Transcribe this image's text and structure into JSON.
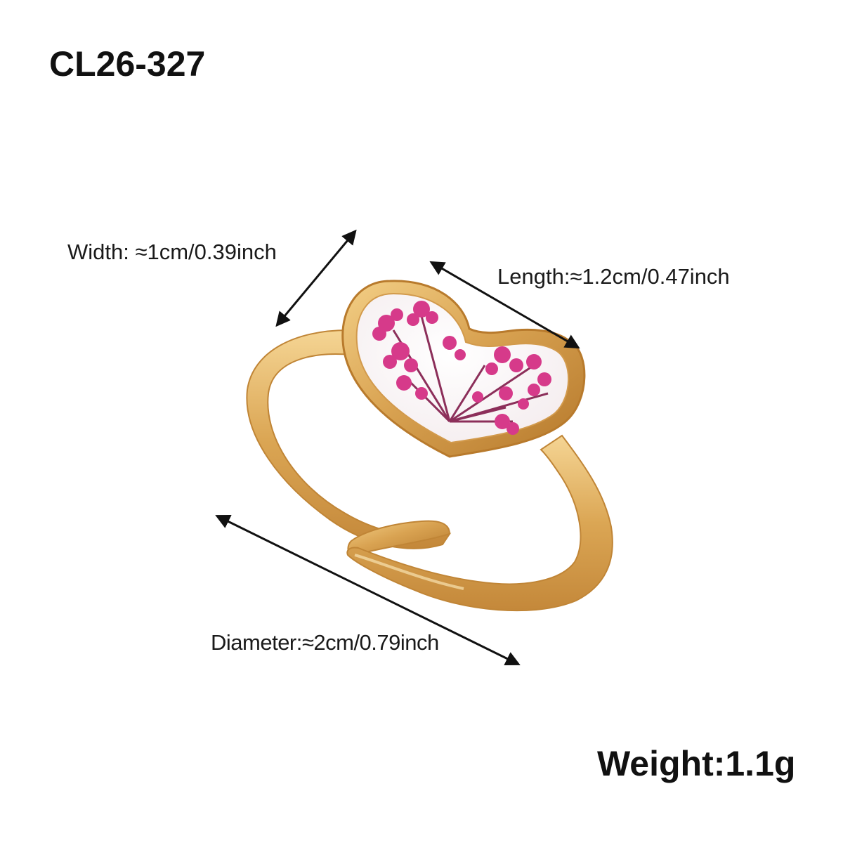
{
  "product": {
    "code": "CL26-327",
    "weight": "Weight:1.1g"
  },
  "dimensions": {
    "width": "Width: ≈1cm/0.39inch",
    "length": "Length:≈1.2cm/0.47inch",
    "diameter": "Diameter:≈2cm/0.79inch"
  },
  "colors": {
    "gold": "#d9a352",
    "gold_dark": "#b97a2c",
    "gold_light": "#f6d89a",
    "flower": "#d63a8a",
    "stem": "#8c2f5a",
    "arrow": "#111111"
  }
}
